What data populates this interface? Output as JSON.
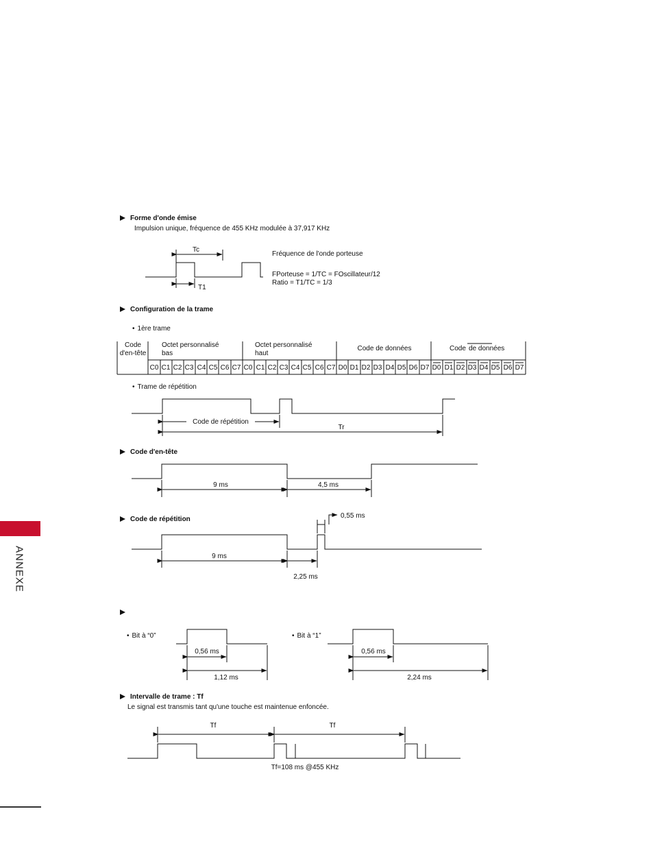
{
  "side": {
    "tab_label": "ANNEXE",
    "accent": "#c8102e"
  },
  "s1": {
    "heading": "Forme d'onde émise",
    "desc": "Impulsion unique, fréquence de 455 KHz modulée à 37,917 KHz",
    "tc": "Tc",
    "t1": "T1",
    "f1": "Fréquence de l'onde porteuse",
    "f2": "FPorteuse = 1/TC = FOscillateur/12",
    "f3": "Ratio = T1/TC = 1/3"
  },
  "s2": {
    "heading": "Configuration de la trame",
    "bullet1": "1ère trame",
    "groups": {
      "g0a": "Code",
      "g0b": "d'en-tête",
      "g1a": "Octet personnalisé",
      "g1b": "bas",
      "g2a": "Octet personnalisé",
      "g2b": "haut",
      "g3": "Code de données",
      "g4a": "Code",
      "g4b": "de données"
    },
    "cells": [
      "C0",
      "C1",
      "C2",
      "C3",
      "C4",
      "C5",
      "C6",
      "C7",
      "C0",
      "C1",
      "C2",
      "C3",
      "C4",
      "C5",
      "C6",
      "C7",
      "D0",
      "D1",
      "D2",
      "D3",
      "D4",
      "D5",
      "D6",
      "D7",
      "D0",
      "D1",
      "D2",
      "D3",
      "D4",
      "D5",
      "D6",
      "D7"
    ],
    "bullet2": "Trame de répétition",
    "rep_code": "Code de répétition",
    "tr": "Tr"
  },
  "s3": {
    "heading": "Code d'en-tête",
    "a": "9 ms",
    "b": "4,5 ms"
  },
  "s4": {
    "heading": "Code de répétition",
    "a": "0,55 ms",
    "b": "9 ms",
    "c": "2,25 ms"
  },
  "s5": {
    "bit0": "Bit à “0”",
    "bit1": "Bit à “1”",
    "a": "0,56 ms",
    "b": "1,12 ms",
    "c": "0,56 ms",
    "d": "2,24 ms"
  },
  "s6": {
    "heading": "Intervalle de trame : Tf",
    "desc": "Le signal est transmis tant qu'une touche est maintenue enfoncée.",
    "tf1": "Tf",
    "tf2": "Tf",
    "note": "Tf=108 ms @455 KHz"
  }
}
